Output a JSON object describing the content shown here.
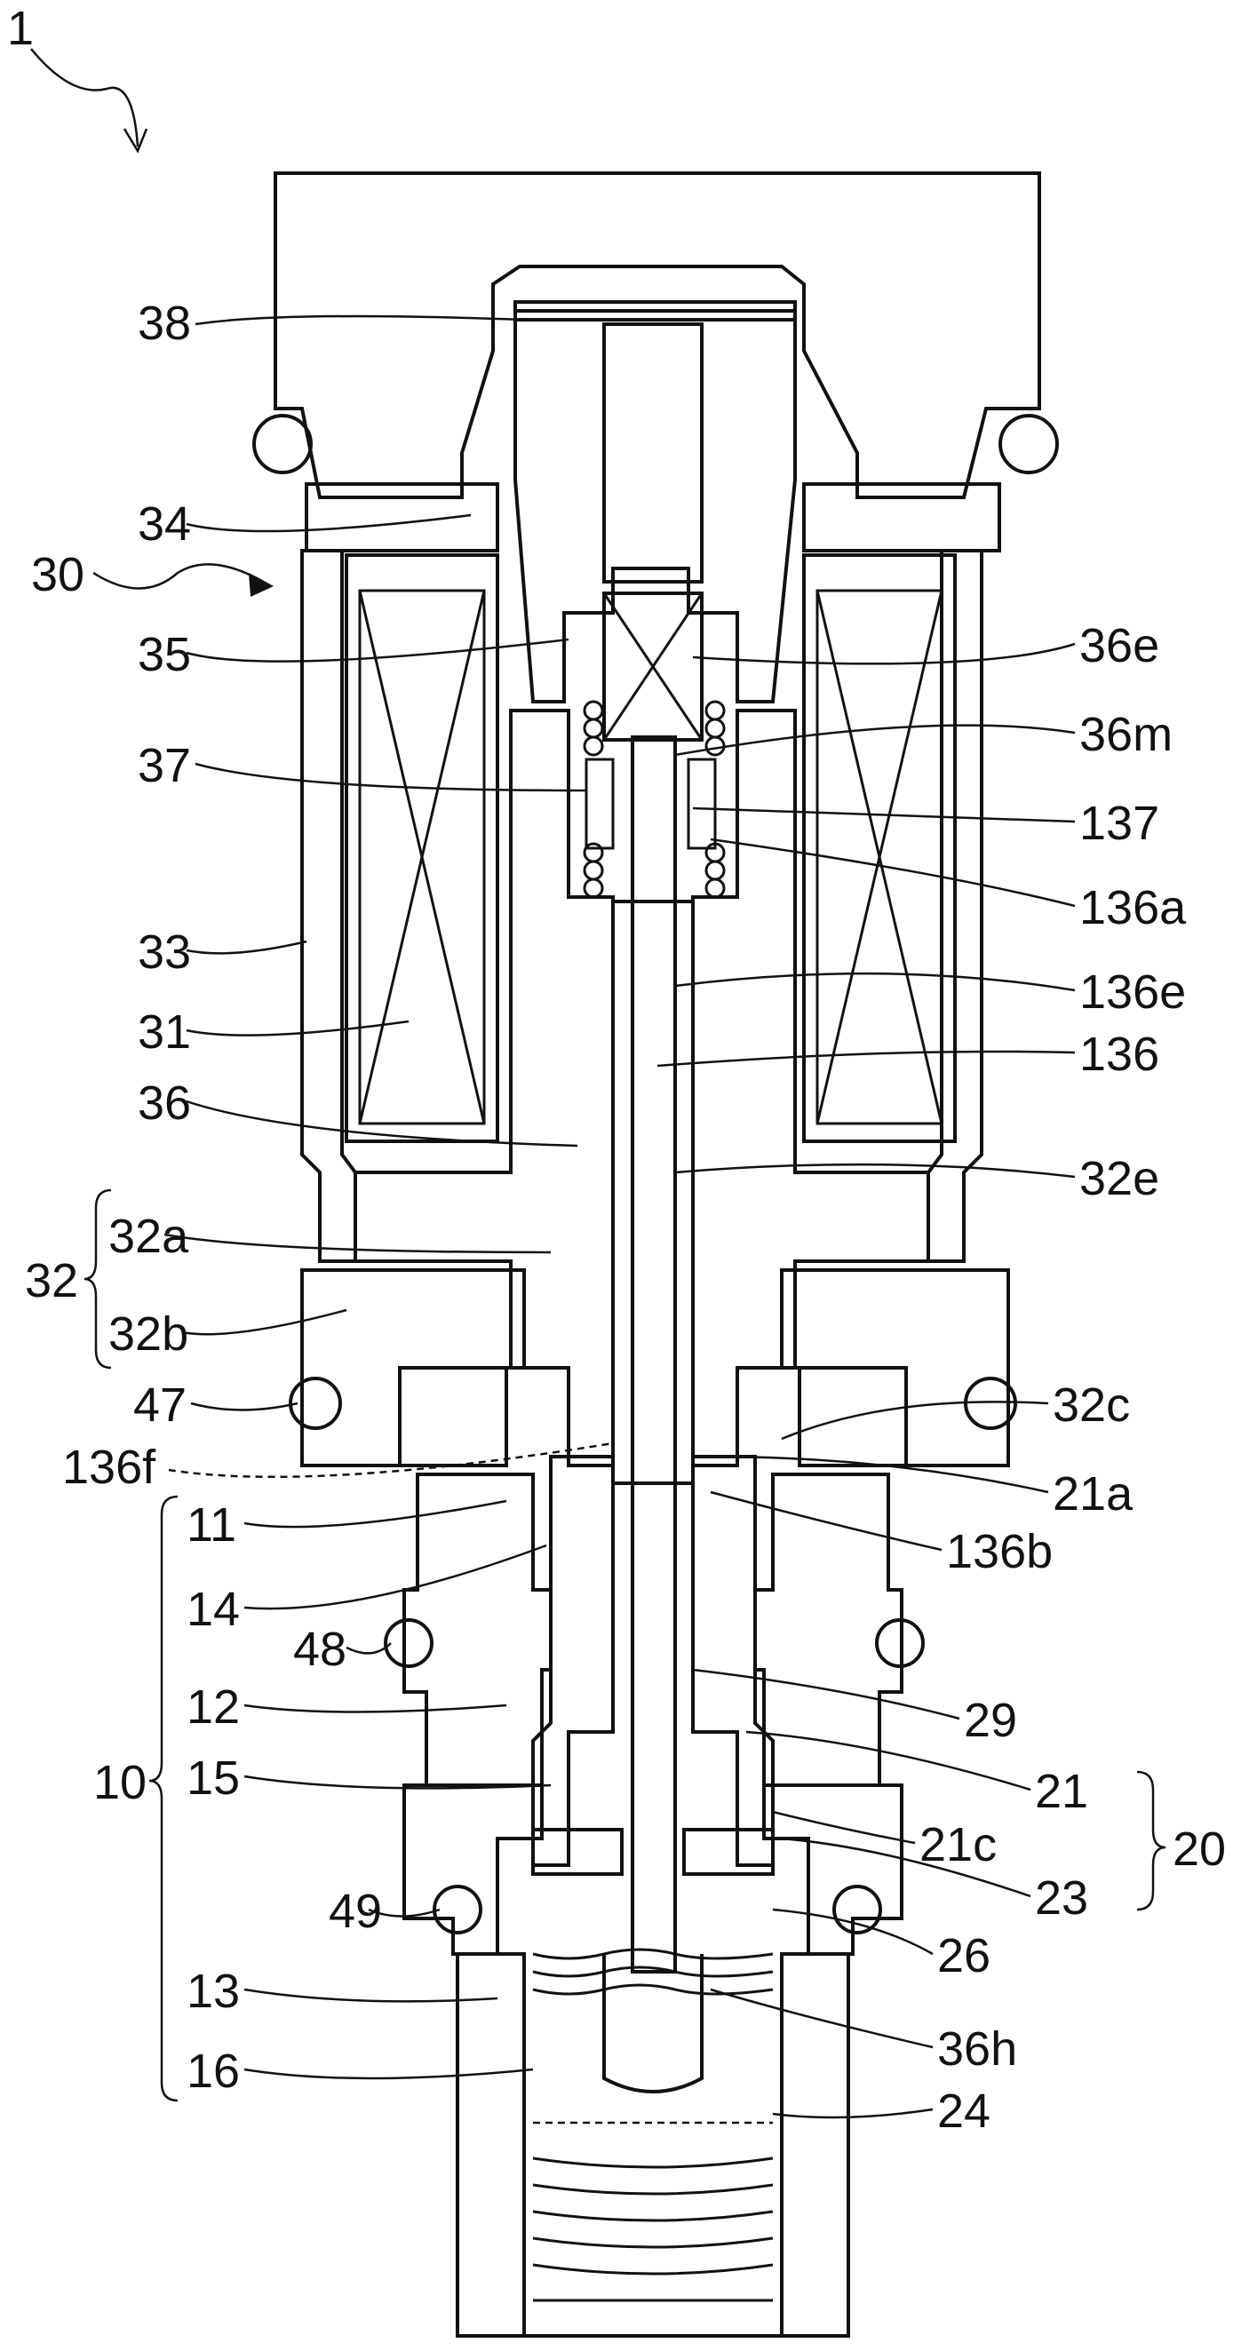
{
  "figure_ref": "1",
  "labels": {
    "l38": "38",
    "l34": "34",
    "l30": "30",
    "l35": "35",
    "l37": "37",
    "l33": "33",
    "l31": "31",
    "l36": "36",
    "l32": "32",
    "l32a": "32a",
    "l32b": "32b",
    "l47": "47",
    "l136f": "136f",
    "l11": "11",
    "l14": "14",
    "l48": "48",
    "l12": "12",
    "l10": "10",
    "l15": "15",
    "l49": "49",
    "l13": "13",
    "l16": "16",
    "r36e": "36e",
    "r36m": "36m",
    "r137": "137",
    "r136a": "136a",
    "r136e": "136e",
    "r136": "136",
    "r32e": "32e",
    "r32c": "32c",
    "r21a": "21a",
    "r136b": "136b",
    "r29": "29",
    "r21": "21",
    "r20": "20",
    "r21c": "21c",
    "r23": "23",
    "r26": "26",
    "r36h": "36h",
    "r24": "24"
  }
}
